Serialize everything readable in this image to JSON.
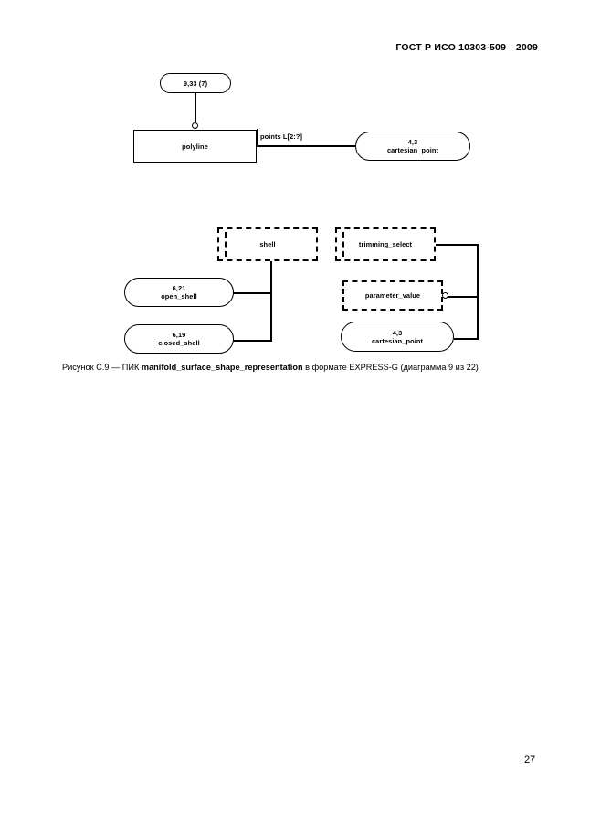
{
  "document": {
    "header": "ГОСТ Р ИСО 10303-509—2009",
    "page_number": "27"
  },
  "caption": {
    "prefix": "Рисунок С.9 — ПИК ",
    "entity": "manifold_surface_shape_representation",
    "suffix": " в формате EXPRESS-G (диаграмма 9 из 22)"
  },
  "diagram": {
    "top": {
      "page_ref": {
        "ref": "9,33 (7)"
      },
      "polyline": {
        "name": "polyline"
      },
      "edge_label": "points L[2:?]",
      "cartesian_point": {
        "ref": "4,3",
        "name": "cartesian_point"
      }
    },
    "bottom": {
      "shell": {
        "name": "shell"
      },
      "open_shell": {
        "ref": "6,21",
        "name": "open_shell"
      },
      "closed_shell": {
        "ref": "6,19",
        "name": "closed_shell"
      },
      "trimming_select": {
        "name": "trimming_select"
      },
      "parameter_value": {
        "name": "parameter_value"
      },
      "cartesian_point": {
        "ref": "4,3",
        "name": "cartesian_point"
      }
    }
  }
}
